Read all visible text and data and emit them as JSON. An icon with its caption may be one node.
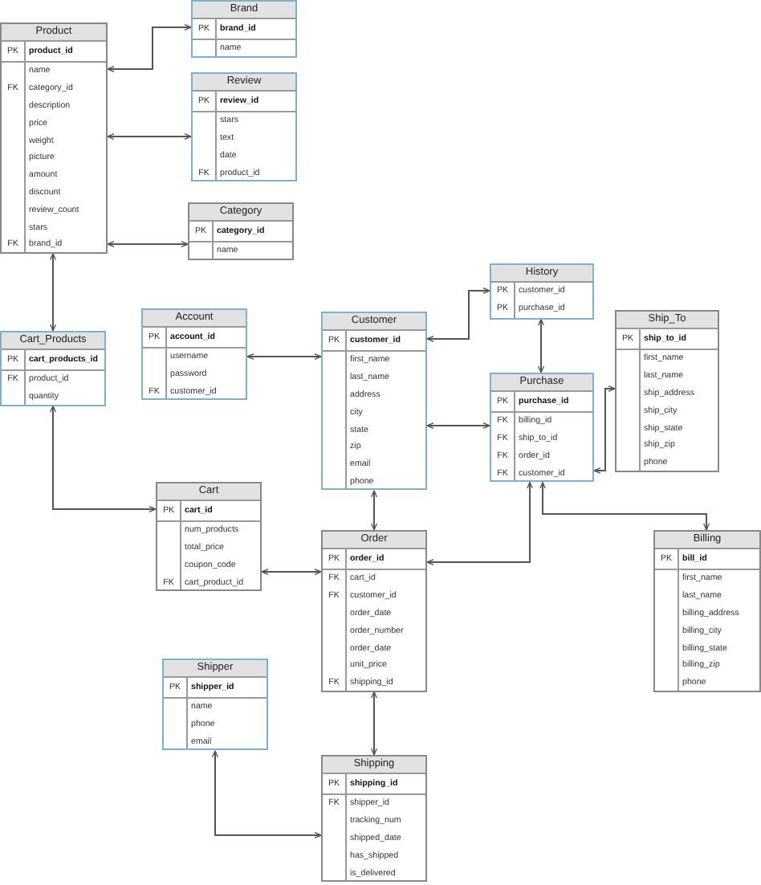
{
  "diagram": {
    "nodes": [
      {
        "text": [
          "Product",
          "PK",
          "product_id",
          "name",
          "FK",
          "category_id",
          "description",
          "price",
          "weight",
          "picture",
          "amount",
          "discount",
          "review_count",
          "stars",
          "FK",
          "brand_id"
        ]
      },
      {
        "text": [
          "Brand",
          "PK",
          "brand_id",
          "name"
        ]
      },
      {
        "text": [
          "Review",
          "PK",
          "review_id",
          "stars",
          "text",
          "date",
          "FK",
          "product_id"
        ]
      },
      {
        "text": [
          "Category",
          "PK",
          "category_id",
          "name"
        ]
      },
      {
        "text": [
          "Cart_Products",
          "PK",
          "cart_products_id",
          "FK",
          "product_id",
          "quantity"
        ]
      },
      {
        "text": [
          "Account",
          "PK",
          "account_id",
          "username",
          "password",
          "FK",
          "customer_id"
        ]
      },
      {
        "text": [
          "Customer",
          "PK",
          "customer_id",
          "first_name",
          "last_name",
          "address",
          "city",
          "state",
          "zip",
          "email",
          "phone"
        ]
      },
      {
        "text": [
          "History",
          "PK",
          "customer_id",
          "PK",
          "purchase_id"
        ]
      },
      {
        "text": [
          "Ship_To",
          "PK",
          "ship_to_id",
          "first_name",
          "last_name",
          "ship_address",
          "ship_city",
          "ship_state",
          "ship_zip",
          "phone"
        ]
      },
      {
        "text": [
          "Purchase",
          "PK",
          "purchase_id",
          "FK",
          "billing_id",
          "FK",
          "ship_to_id",
          "FK",
          "order_id",
          "FK",
          "customer_id"
        ]
      },
      {
        "text": [
          "Cart",
          "PK",
          "cart_id",
          "num_products",
          "total_price",
          "coupon_code",
          "FK",
          "cart_product_id"
        ]
      },
      {
        "text": [
          "Order",
          "PK",
          "order_id",
          "FK",
          "cart_id",
          "FK",
          "customer_id",
          "order_date",
          "order_number",
          "order_date",
          "unit_price",
          "FK",
          "shipping_id"
        ]
      },
      {
        "text": [
          "Billing",
          "PK",
          "bill_id",
          "first_name",
          "last_name",
          "billing_address",
          "billing_city",
          "billing_state",
          "billing_zip",
          "phone"
        ]
      },
      {
        "text": [
          "Shipper",
          "PK",
          "shipper_id",
          "name",
          "phone",
          "email"
        ]
      },
      {
        "text": [
          "Shipping",
          "PK",
          "shipping_id",
          "FK",
          "shipper_id",
          "tracking_num",
          "shipped_date",
          "has_shipped",
          "is_delivered"
        ]
      }
    ],
    "edges": [
      {
        "from": 0,
        "to": 1,
        "arrow": "both"
      },
      {
        "from": 0,
        "to": 2,
        "arrow": "both"
      },
      {
        "from": 0,
        "to": 3,
        "arrow": "both"
      },
      {
        "from": 0,
        "to": 4,
        "arrow": "both"
      },
      {
        "from": 4,
        "to": 10,
        "arrow": "both"
      },
      {
        "from": 5,
        "to": 6,
        "arrow": "both"
      },
      {
        "from": 6,
        "to": 7,
        "arrow": "both"
      },
      {
        "from": 7,
        "to": 9,
        "arrow": "both"
      },
      {
        "from": 6,
        "to": 9,
        "arrow": "both"
      },
      {
        "from": 9,
        "to": 8,
        "arrow": "both"
      },
      {
        "from": 6,
        "to": 11,
        "arrow": "both"
      },
      {
        "from": 10,
        "to": 11,
        "arrow": "both"
      },
      {
        "from": 9,
        "to": 11,
        "arrow": "both"
      },
      {
        "from": 9,
        "to": 12,
        "arrow": "both"
      },
      {
        "from": 11,
        "to": 14,
        "arrow": "both"
      },
      {
        "from": 13,
        "to": 14,
        "arrow": "both"
      }
    ]
  }
}
